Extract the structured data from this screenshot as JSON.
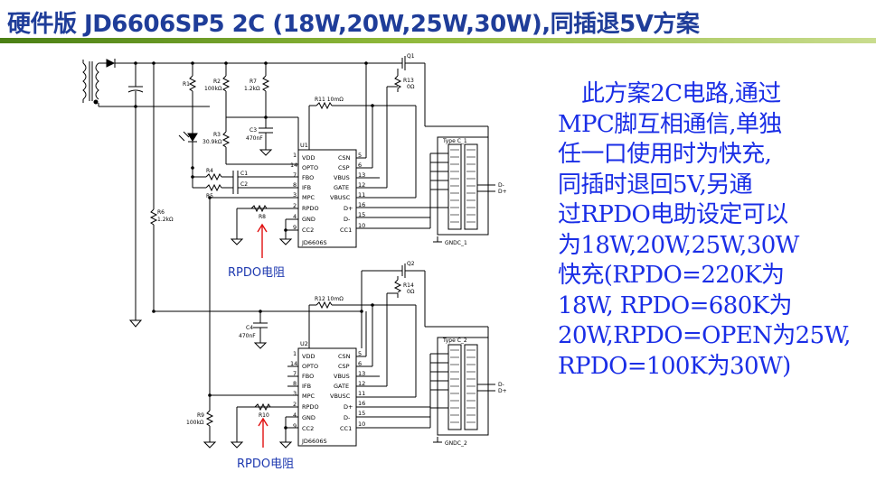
{
  "slide": {
    "title": "硬件版 JD6606SP5 2C (18W,20W,25W,30W),同插退5V方案",
    "description_lines": [
      "此方案2C电路,通过",
      "MPC脚互相通信,单独",
      "任一口使用时为快充,",
      "同插时退回5V,另通",
      "过RPDO电助设定可以",
      "为18W,20W,25W,30W",
      "快充(RPDO=220K为",
      "18W, RPDO=680K为",
      "20W,RPDO=OPEN为25W,",
      "RPDO=100K为30W)"
    ],
    "rpdo_label_1": "RPDO电阻",
    "rpdo_label_2": "RPDO电阻",
    "accent_red": "#e01010",
    "text_blue": "#1a2ee6"
  },
  "schematic": {
    "top": {
      "ic_name": "U1",
      "ic_part": "JD6606S",
      "left_pins": [
        {
          "num": "1",
          "name": "VDD"
        },
        {
          "num": "14",
          "name": "OPTO"
        },
        {
          "num": "7",
          "name": "FBO"
        },
        {
          "num": "8",
          "name": "IFB"
        },
        {
          "num": "3",
          "name": "MPC"
        },
        {
          "num": "2",
          "name": "RPDO"
        },
        {
          "num": "4",
          "name": "GND"
        },
        {
          "num": "9",
          "name": "CC2"
        }
      ],
      "right_pins": [
        {
          "num": "5",
          "name": "CSN"
        },
        {
          "num": "6",
          "name": "CSP"
        },
        {
          "num": "13",
          "name": "VBUS"
        },
        {
          "num": "12",
          "name": "GATE"
        },
        {
          "num": "11",
          "name": "VBUSC"
        },
        {
          "num": "16",
          "name": "D+"
        },
        {
          "num": "15",
          "name": "D-"
        },
        {
          "num": "10",
          "name": "CC1"
        }
      ],
      "connector": "Type C_1",
      "gnd_label": "GNDC_1",
      "mosfet": "Q1",
      "r_sense": "R11 10mΩ",
      "r_gate": "R13",
      "r_gate_value": "0Ω",
      "r_rpdo": "R8",
      "dm": "D-",
      "dp": "D+"
    },
    "bottom": {
      "ic_name": "U2",
      "ic_part": "JD6606S",
      "left_pins": [
        {
          "num": "1",
          "name": "VDD"
        },
        {
          "num": "14",
          "name": "OPTO"
        },
        {
          "num": "7",
          "name": "FBO"
        },
        {
          "num": "8",
          "name": "IFB"
        },
        {
          "num": "3",
          "name": "MPC"
        },
        {
          "num": "2",
          "name": "RPDO"
        },
        {
          "num": "4",
          "name": "GND"
        },
        {
          "num": "9",
          "name": "CC2"
        }
      ],
      "right_pins": [
        {
          "num": "5",
          "name": "CSN"
        },
        {
          "num": "6",
          "name": "CSP"
        },
        {
          "num": "13",
          "name": "VBUS"
        },
        {
          "num": "12",
          "name": "GATE"
        },
        {
          "num": "11",
          "name": "VBUSC"
        },
        {
          "num": "16",
          "name": "D+"
        },
        {
          "num": "15",
          "name": "D-"
        },
        {
          "num": "10",
          "name": "CC1"
        }
      ],
      "connector": "Type C_2",
      "gnd_label": "GNDC_2",
      "mosfet": "Q2",
      "r_sense": "R12 10mΩ",
      "r_gate": "R14",
      "r_gate_value": "0Ω",
      "r_rpdo": "R10",
      "dm": "D-",
      "dp": "D+"
    },
    "parts": {
      "r1": "R1",
      "r2": "R2",
      "r2_value": "100kΩ",
      "r7": "R7",
      "r7_value": "1.2kΩ",
      "r3": "R3",
      "r3_value": "30.9kΩ",
      "c3": "C3",
      "c3_value": "470nF",
      "r4": "R4",
      "c1": "C1",
      "r5": "R5",
      "c2": "C2",
      "r6": "R6",
      "r6_value": "1.2kΩ",
      "c4": "C4",
      "c4_value": "470nF",
      "r9": "R9",
      "r9_value": "100kΩ"
    }
  }
}
